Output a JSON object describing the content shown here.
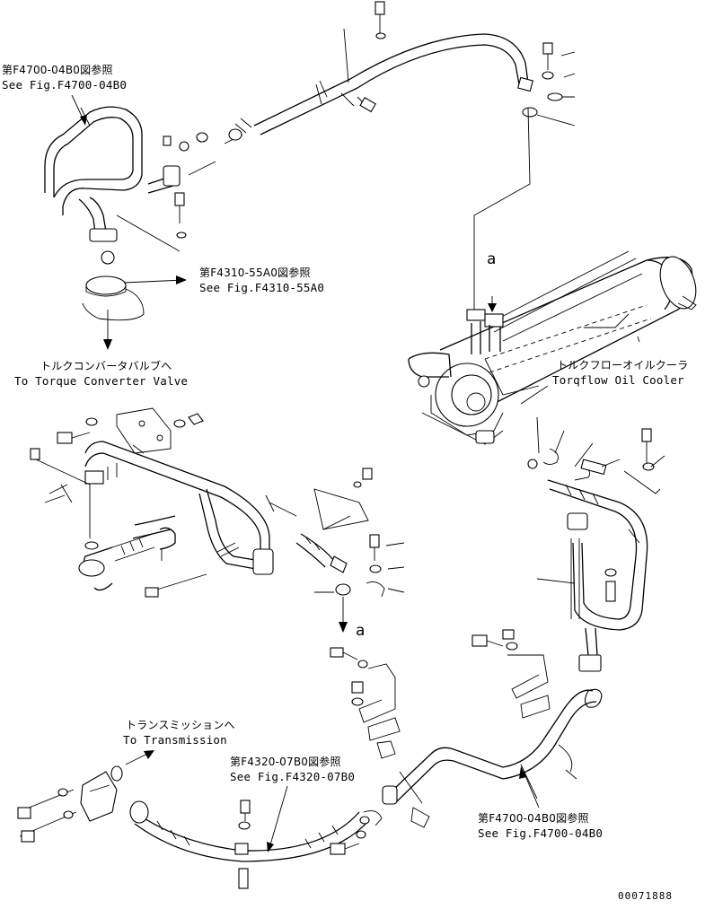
{
  "labels": {
    "ref_f4700_top_jp": "第F4700-04B0図参照",
    "ref_f4700_top_en": "See Fig.F4700-04B0",
    "ref_f4310_jp": "第F4310-55A0図参照",
    "ref_f4310_en": "See Fig.F4310-55A0",
    "torque_valve_jp": "トルクコンバータバルブへ",
    "torque_valve_en": "To Torque Converter Valve",
    "cooler_jp": "トルクフローオイルクーラ",
    "cooler_en": "Torqflow Oil Cooler",
    "marker_a_top": "a",
    "marker_a_mid": "a",
    "transmission_jp": "トランスミッションへ",
    "transmission_en": "To Transmission",
    "ref_f4320_jp": "第F4320-07B0図参照",
    "ref_f4320_en": "See Fig.F4320-07B0",
    "ref_f4700_bot_jp": "第F4700-04B0図参照",
    "ref_f4700_bot_en": "See Fig.F4700-04B0",
    "drawing_number": "00071888"
  }
}
